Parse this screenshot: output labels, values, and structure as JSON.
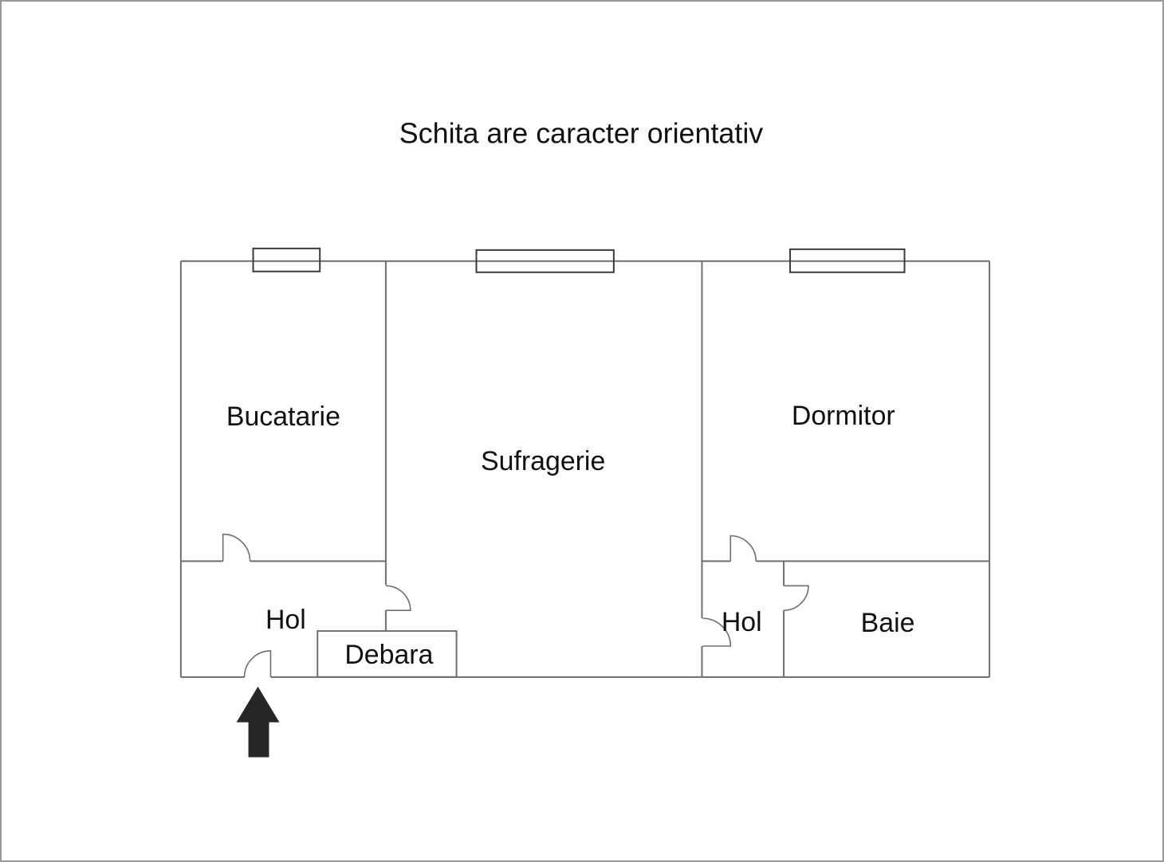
{
  "title": "Schita are caracter orientativ",
  "rooms": {
    "bucatarie": "Bucatarie",
    "sufragerie": "Sufragerie",
    "dormitor": "Dormitor",
    "hol_left": "Hol",
    "hol_right": "Hol",
    "debara": "Debara",
    "baie": "Baie"
  },
  "colors": {
    "wall": "#6e6e6e",
    "window": "#3a3a3a",
    "text": "#111111",
    "arrow": "#262626",
    "page_border": "#999999"
  },
  "icons": {
    "entrance_arrow": "up-arrow-entrance-icon"
  }
}
